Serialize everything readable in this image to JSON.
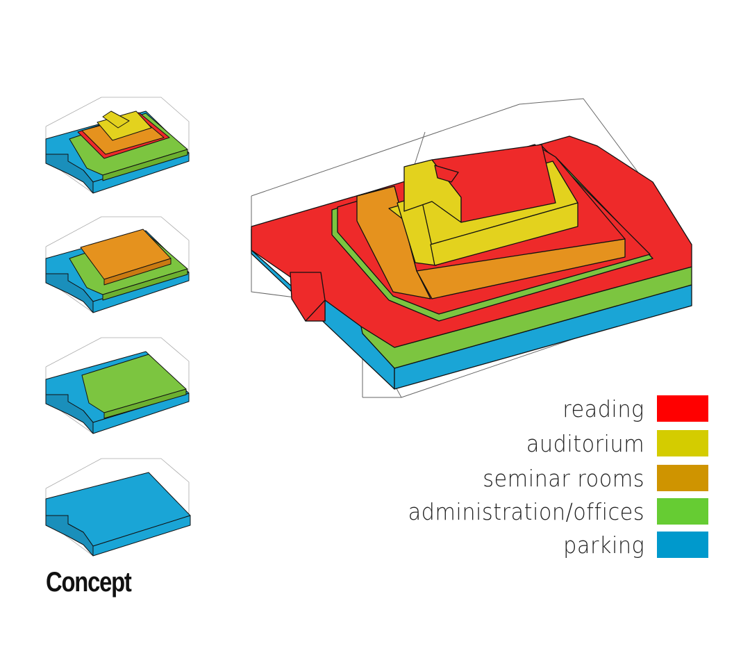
{
  "caption": "Concept",
  "colors": {
    "reading": "#ee2a2a",
    "auditorium": "#e3d21e",
    "seminar": "#e5921e",
    "administration": "#7cc540",
    "parking": "#1aa5d6",
    "outline": "#111111",
    "envelope": "#9a9a9a"
  },
  "legend": [
    {
      "label": "reading",
      "color": "#ff0000"
    },
    {
      "label": "auditorium",
      "color": "#d4cc00"
    },
    {
      "label": "seminar rooms",
      "color": "#cf9400"
    },
    {
      "label": "administration/offices",
      "color": "#66cc33"
    },
    {
      "label": "parking",
      "color": "#0099cc"
    }
  ]
}
